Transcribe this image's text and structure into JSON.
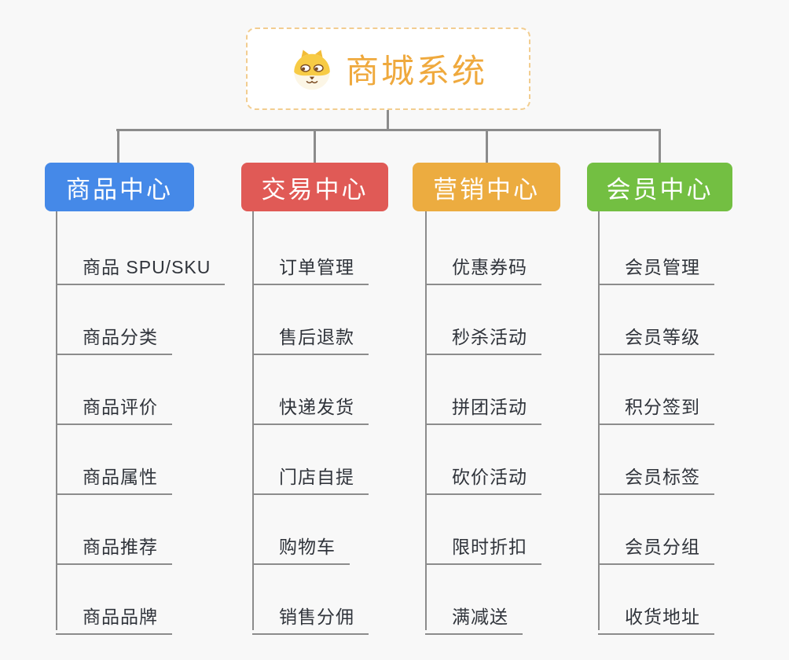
{
  "root": {
    "title": "商城系统",
    "icon": "dog-face-icon",
    "text_color": "#EFA93D",
    "border_color": "#F2CD90",
    "background": "#FFFFFF"
  },
  "canvas": {
    "background": "#F8F8F8",
    "connector_color": "#8C8C8C",
    "leaf_text_color": "#30343B"
  },
  "branches": [
    {
      "label": "商品中心",
      "color": "#4589E8",
      "children": [
        "商品 SPU/SKU",
        "商品分类",
        "商品评价",
        "商品属性",
        "商品推荐",
        "商品品牌"
      ]
    },
    {
      "label": "交易中心",
      "color": "#E05A56",
      "children": [
        "订单管理",
        "售后退款",
        "快递发货",
        "门店自提",
        "购物车",
        "销售分佣"
      ]
    },
    {
      "label": "营销中心",
      "color": "#ECAC40",
      "children": [
        "优惠券码",
        "秒杀活动",
        "拼团活动",
        "砍价活动",
        "限时折扣",
        "满减送"
      ]
    },
    {
      "label": "会员中心",
      "color": "#73BF42",
      "children": [
        "会员管理",
        "会员等级",
        "积分签到",
        "会员标签",
        "会员分组",
        "收货地址"
      ]
    }
  ]
}
